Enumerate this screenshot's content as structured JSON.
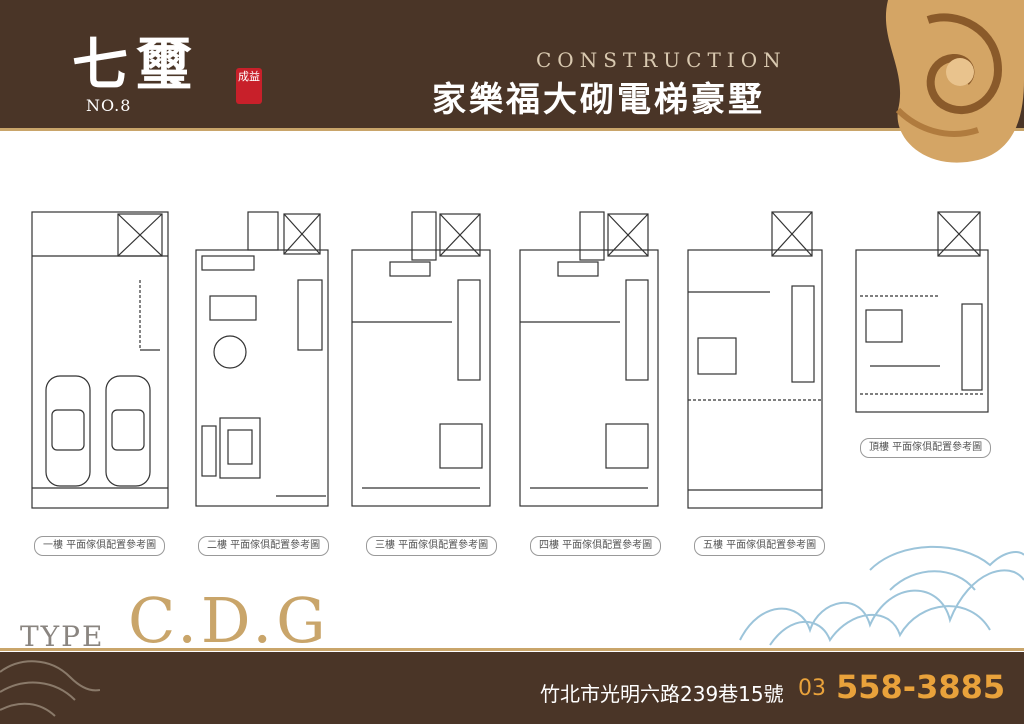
{
  "header": {
    "logo_main": "七璽",
    "logo_no": "NO.8",
    "logo_seal": "成益",
    "construction": "CONSTRUCTION",
    "title": "家樂福大砌電梯豪墅"
  },
  "plans": [
    {
      "label": "一樓 平面傢俱配置參考圖"
    },
    {
      "label": "二樓 平面傢俱配置參考圖"
    },
    {
      "label": "三樓 平面傢俱配置參考圖"
    },
    {
      "label": "四樓 平面傢俱配置參考圖"
    },
    {
      "label": "五樓 平面傢俱配置參考圖"
    },
    {
      "label": "頂樓 平面傢俱配置參考圖"
    }
  ],
  "type": {
    "word": "TYPE",
    "code": "C.D.G"
  },
  "footer": {
    "address": "竹北市光明六路239巷15號",
    "phone_area": "03",
    "phone_number": "558-3885"
  },
  "colors": {
    "brown": "#4a3527",
    "gold": "#c9a56a",
    "orange": "#e9a23b",
    "seal_red": "#c8202a"
  }
}
